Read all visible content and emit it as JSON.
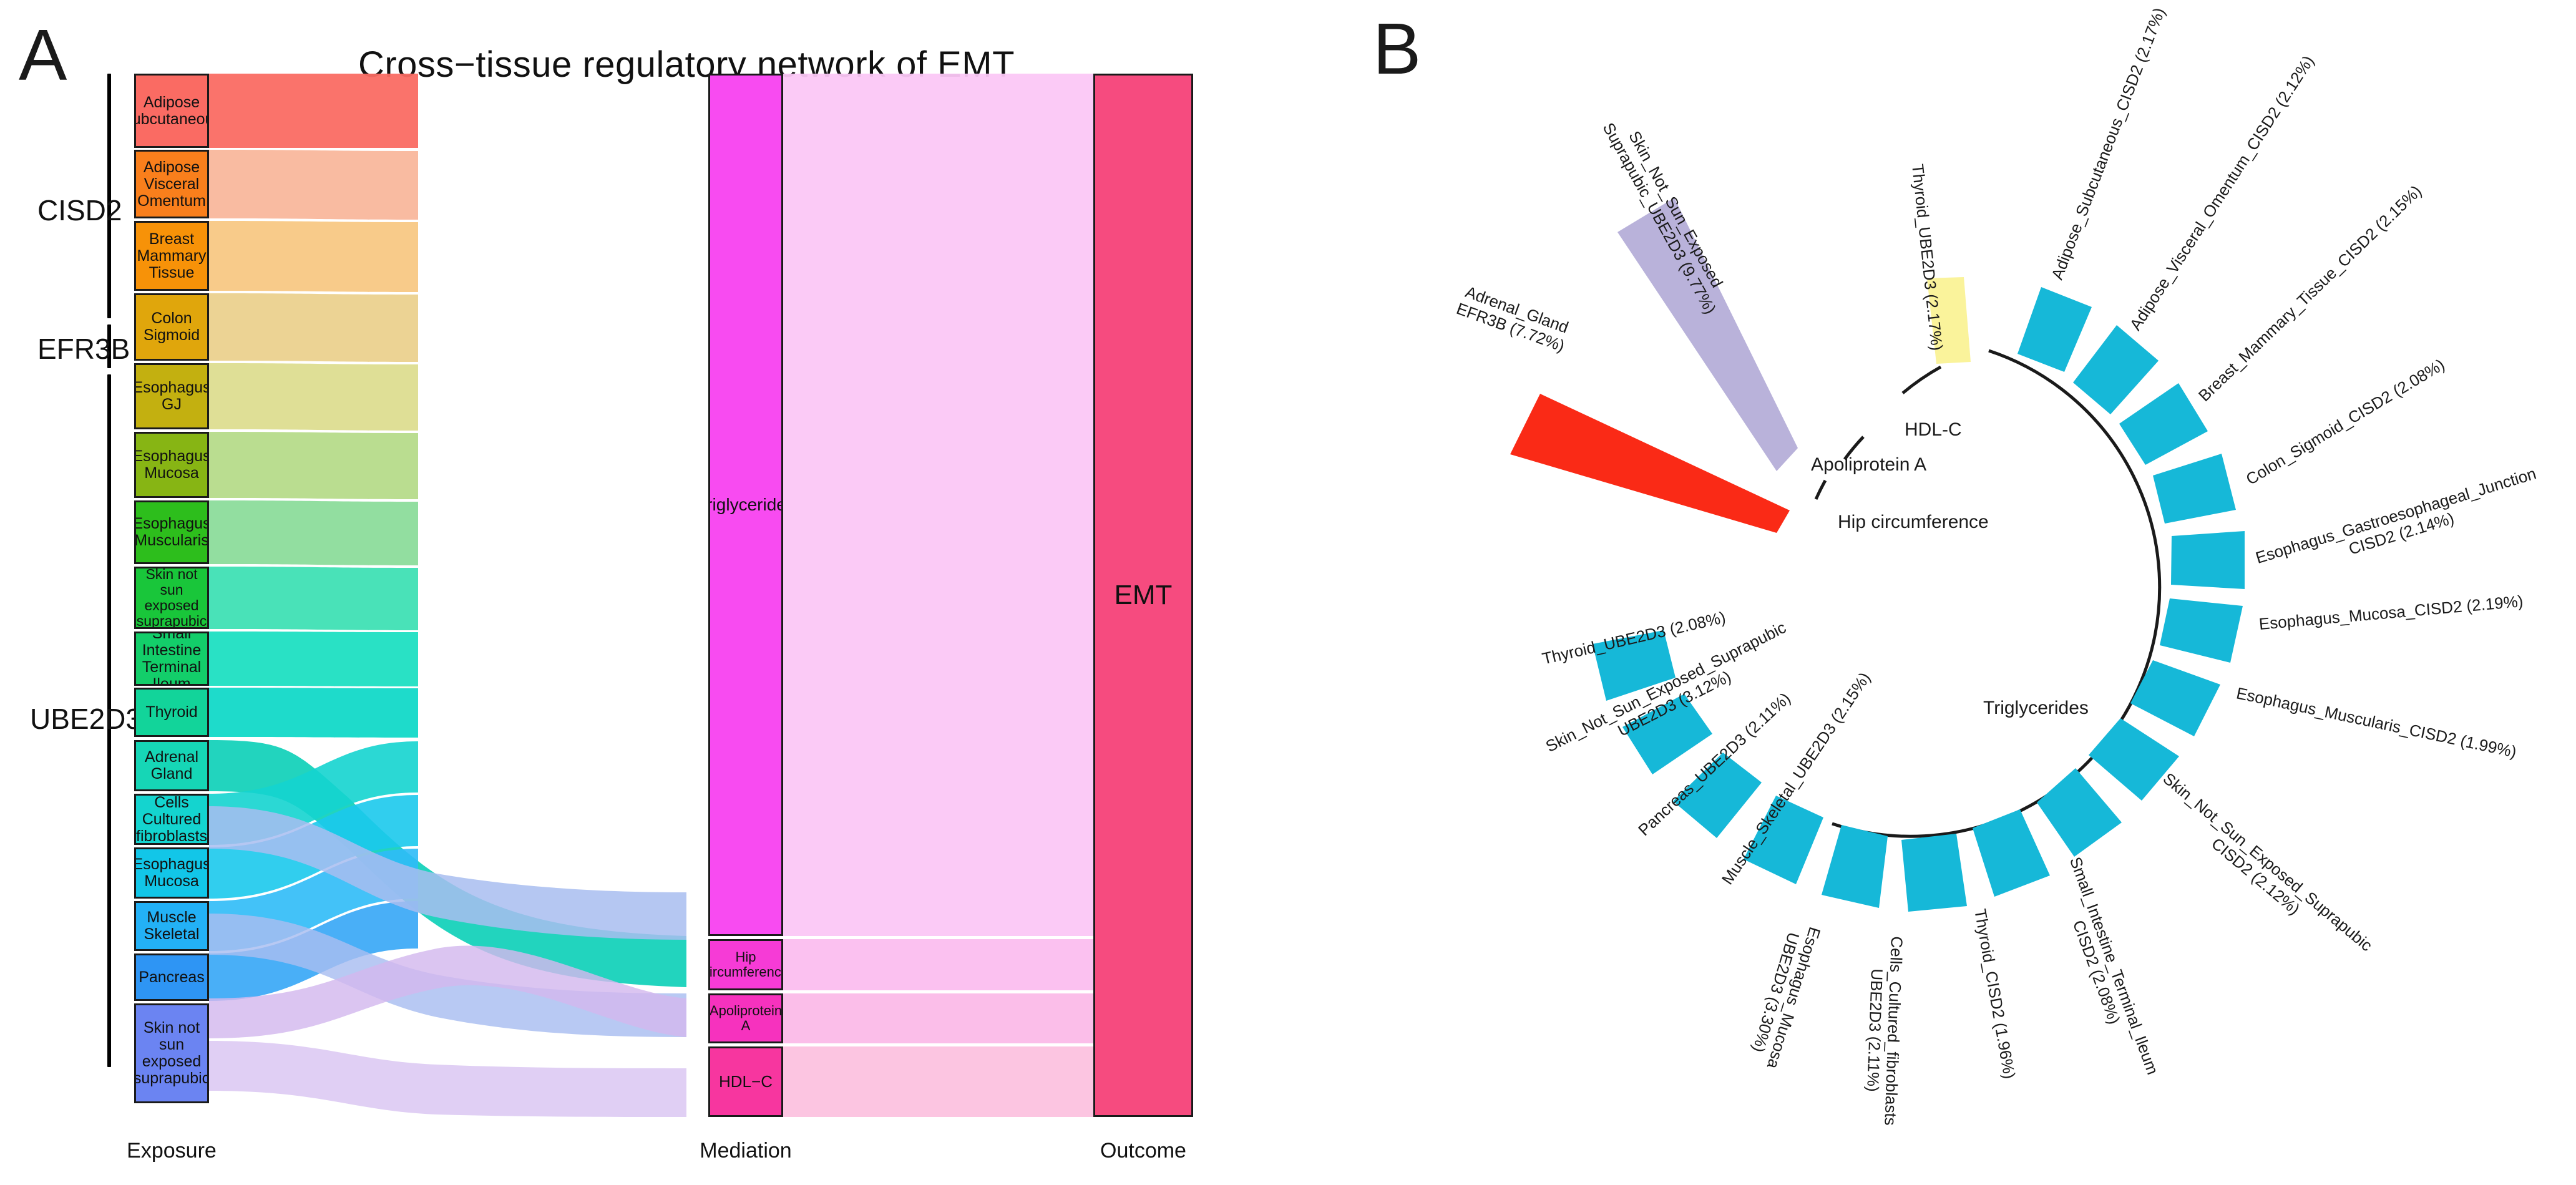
{
  "figure": {
    "panels": [
      {
        "letter": "A",
        "title": "Cross−tissue regulatory network of EMT"
      },
      {
        "letter": "B",
        "title": ""
      }
    ]
  },
  "panelA": {
    "letter": "A",
    "title": "Cross−tissue regulatory network of EMT",
    "column_labels": [
      "Exposure",
      "Mediation",
      "Outcome"
    ],
    "gene_groups": [
      {
        "name": "CISD2",
        "count": 10
      },
      {
        "name": "EFR3B",
        "count": 1
      },
      {
        "name": "UBE2D3",
        "count": 7
      }
    ],
    "exposure_nodes": [
      {
        "label": "Adipose\nSubcutaneous",
        "gene": "CISD2",
        "color": "#FA6B63"
      },
      {
        "label": "Adipose\nVisceral Omentum",
        "gene": "CISD2",
        "color": "#F97F1C"
      },
      {
        "label": "Breast\nMammary Tissue",
        "gene": "CISD2",
        "color": "#F79208"
      },
      {
        "label": "Colon Sigmoid",
        "gene": "CISD2",
        "color": "#E0A60C"
      },
      {
        "label": "Esophagus\nGJ",
        "gene": "CISD2",
        "color": "#C3B010"
      },
      {
        "label": "Esophagus\nMucosa",
        "gene": "CISD2",
        "color": "#87B514"
      },
      {
        "label": "Esophagus\nMuscularis",
        "gene": "CISD2",
        "color": "#2DBE1C"
      },
      {
        "label": "Skin not sun\nexposed suprapubic",
        "gene": "CISD2",
        "color": "#19C63A"
      },
      {
        "label": "Small Intestine\nTerminal Ileum",
        "gene": "CISD2",
        "color": "#13CE6A"
      },
      {
        "label": "Thyroid",
        "gene": "CISD2",
        "color": "#12D49A"
      },
      {
        "label": "Adrenal Gland",
        "gene": "EFR3B",
        "color": "#16D6B6"
      },
      {
        "label": "Cells Cultured\nfibroblasts",
        "gene": "UBE2D3",
        "color": "#14D4CF"
      },
      {
        "label": "Esophagus\nMucosa",
        "gene": "UBE2D3",
        "color": "#12C6E8"
      },
      {
        "label": "Muscle Skeletal",
        "gene": "UBE2D3",
        "color": "#23B1F6"
      },
      {
        "label": "Pancreas",
        "gene": "UBE2D3",
        "color": "#2E95F4"
      },
      {
        "label": "Skin not sun\nexposed\nsuprapubic",
        "gene": "UBE2D3",
        "color": "#6B84F2"
      },
      {
        "label": "Thyroid",
        "gene": "UBE2D3",
        "color": "#C17EF0"
      }
    ],
    "mediation_nodes": [
      {
        "label": "Triglycerides",
        "color": "#F84BF1"
      },
      {
        "label": "Hip circumference",
        "color": "#F63BD6"
      },
      {
        "label": "Apoliprotein A",
        "color": "#F632BE"
      },
      {
        "label": "HDL−C",
        "color": "#F7369F"
      }
    ],
    "outcome_nodes": [
      {
        "label": "EMT",
        "color": "#F64B7F"
      }
    ]
  },
  "panelB": {
    "letter": "B",
    "inner_sector_labels": [
      "Triglycerides",
      "Hip circumference",
      "Apoliprotein A",
      "HDL-C"
    ],
    "outer_labels": [
      "Adipose_Subcutaneous_CISD2 (2.17%)",
      "Adipose_Visceral_Omentum_CISD2 (2.12%)",
      "Breast_Mammary_Tissue_CISD2 (2.15%)",
      "Colon_Sigmoid_CISD2 (2.08%)",
      "Esophagus_Gastroesophageal_Junction\nCISD2 (2.14%)",
      "Esophagus_Mucosa_CISD2 (2.19%)",
      "Esophagus_Muscularis_CISD2 (1.99%)",
      "Skin_Not_Sun_Exposed_Suprapubic\nCISD2 (2.12%)",
      "Small_Intestine_Terminal_Ileum\nCISD2 (2.08%)",
      "Thyroid_CISD2 (1.96%)",
      "Cells_Cultured_fibroblasts\nUBE2D3 (2.11%)",
      "Esophagus_Mucosa\nUBE2D3 (3.30%)",
      "Muscle_Skeletal_UBE2D3 (2.15%)",
      "Pancreas_UBE2D3 (2.11%)",
      "Skin_Not_Sun_Exposed_Suprapubic\nUBE2D3 (3.12%)",
      "Thyroid_UBE2D3 (2.08%)",
      "Skin_Not_Sun_Exposed\nSuprapubic_UBE2D3 (9.77%)",
      "Adrenal_Gland\nEFR3B (7.72%)",
      "Thyroid_UBE2D3 (2.17%)"
    ],
    "colors": {
      "sector": "#16B8D8",
      "skin_ube2d3_large": "#B9B2DA",
      "adrenal_efr3b": "#FA2A16",
      "thyroid_ube2d3_yellow": "#FAF39B",
      "ring_stroke": "#1a1a1a"
    }
  },
  "chart_data": {
    "type": "sankey",
    "title": "Cross−tissue regulatory network of EMT",
    "stages": [
      "Exposure",
      "Mediation",
      "Outcome"
    ],
    "nodes_exposure": [
      {
        "name": "Adipose Subcutaneous",
        "gene": "CISD2",
        "value": 2.17
      },
      {
        "name": "Adipose Visceral Omentum",
        "gene": "CISD2",
        "value": 2.12
      },
      {
        "name": "Breast Mammary Tissue",
        "gene": "CISD2",
        "value": 2.15
      },
      {
        "name": "Colon Sigmoid",
        "gene": "CISD2",
        "value": 2.08
      },
      {
        "name": "Esophagus GJ",
        "gene": "CISD2",
        "value": 2.14
      },
      {
        "name": "Esophagus Mucosa",
        "gene": "CISD2",
        "value": 2.19
      },
      {
        "name": "Esophagus Muscularis",
        "gene": "CISD2",
        "value": 1.99
      },
      {
        "name": "Skin not sun exposed suprapubic",
        "gene": "CISD2",
        "value": 2.12
      },
      {
        "name": "Small Intestine Terminal Ileum",
        "gene": "CISD2",
        "value": 2.08
      },
      {
        "name": "Thyroid",
        "gene": "CISD2",
        "value": 1.96
      },
      {
        "name": "Adrenal Gland",
        "gene": "EFR3B",
        "value": 7.72
      },
      {
        "name": "Cells Cultured fibroblasts",
        "gene": "UBE2D3",
        "value": 2.11
      },
      {
        "name": "Esophagus Mucosa",
        "gene": "UBE2D3",
        "value": 3.3
      },
      {
        "name": "Muscle Skeletal",
        "gene": "UBE2D3",
        "value": 2.15
      },
      {
        "name": "Pancreas",
        "gene": "UBE2D3",
        "value": 2.11
      },
      {
        "name": "Skin not sun exposed suprapubic",
        "gene": "UBE2D3",
        "value": 9.77
      },
      {
        "name": "Thyroid",
        "gene": "UBE2D3",
        "value": 2.17
      }
    ],
    "nodes_mediation": [
      "Triglycerides",
      "Hip circumference",
      "Apoliprotein A",
      "HDL−C"
    ],
    "nodes_outcome": [
      "EMT"
    ]
  }
}
